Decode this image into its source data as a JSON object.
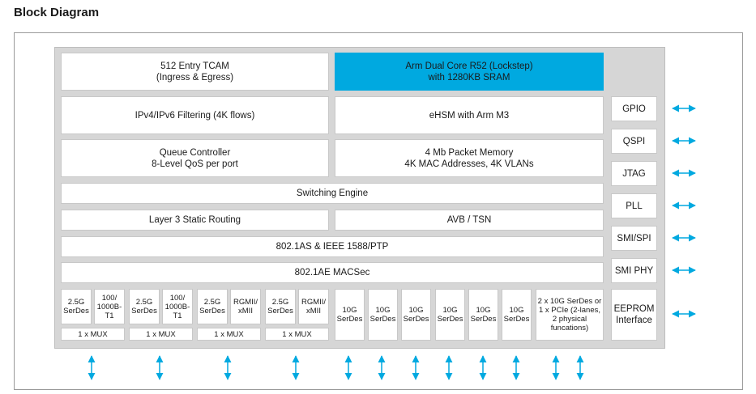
{
  "title": "Block Diagram",
  "colors": {
    "accent": "#00a9e0",
    "chip": "#d6d6d6",
    "arrow": "#00a9e0"
  },
  "blocks": {
    "tcam": "512 Entry TCAM\n(Ingress & Egress)",
    "arm_r52": "Arm Dual Core R52 (Lockstep)\nwith 1280KB SRAM",
    "ipv4": "IPv4/IPv6 Filtering (4K flows)",
    "ehsm": "eHSM with Arm M3",
    "queue": "Queue Controller\n8-Level QoS per port",
    "packet_mem": "4 Mb Packet Memory\n4K MAC Addresses, 4K VLANs",
    "switching": "Switching Engine",
    "l3": "Layer 3 Static Routing",
    "avb": "AVB / TSN",
    "ptp": "802.1AS & IEEE 1588/PTP",
    "macsec": "802.1AE MACSec"
  },
  "interfaces": [
    "GPIO",
    "QSPI",
    "JTAG",
    "PLL",
    "SMI/SPI",
    "SMI PHY"
  ],
  "eeprom": "EEPROM\nInterface",
  "mux_groups": [
    {
      "left": "2.5G\nSerDes",
      "right": "100/\n1000B-\nT1",
      "mux": "1 x MUX"
    },
    {
      "left": "2.5G\nSerDes",
      "right": "100/\n1000B-\nT1",
      "mux": "1 x MUX"
    },
    {
      "left": "2.5G\nSerDes",
      "right": "RGMII/\nxMII",
      "mux": "1 x MUX"
    },
    {
      "left": "2.5G\nSerDes",
      "right": "RGMII/\nxMII",
      "mux": "1 x MUX"
    }
  ],
  "serdes_10g": [
    "10G\nSerDes",
    "10G\nSerDes",
    "10G\nSerDes",
    "10G\nSerDes",
    "10G\nSerDes",
    "10G\nSerDes"
  ],
  "pcie": "2 x 10G SerDes or\n1 x PCIe (2-lanes,\n2 physical\nfuncations)"
}
